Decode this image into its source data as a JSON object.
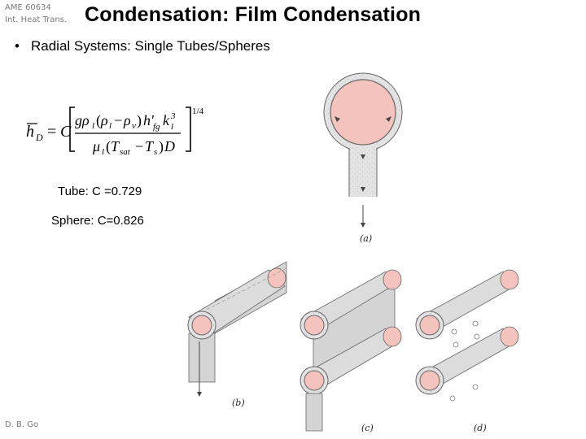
{
  "header": {
    "course_code": "AME 60634",
    "course_name": "Int. Heat Trans.",
    "title": "Condensation: Film Condensation"
  },
  "bullet": {
    "marker": "•",
    "text": "Radial Systems: Single Tubes/Spheres"
  },
  "equation": {
    "lhs": "h",
    "lhs_sub": "D",
    "const": "C",
    "exponent": "1/4"
  },
  "constants": {
    "tube": "Tube:  C =0.729",
    "sphere": "Sphere:  C=0.826"
  },
  "figure_labels": {
    "a": "(a)",
    "b": "(b)",
    "c": "(c)",
    "d": "(d)"
  },
  "footer": {
    "author": "D. B. Go"
  },
  "colors": {
    "tube_fill": "#f4c3bd",
    "film": "#dcdcdc",
    "outline": "#555555"
  }
}
